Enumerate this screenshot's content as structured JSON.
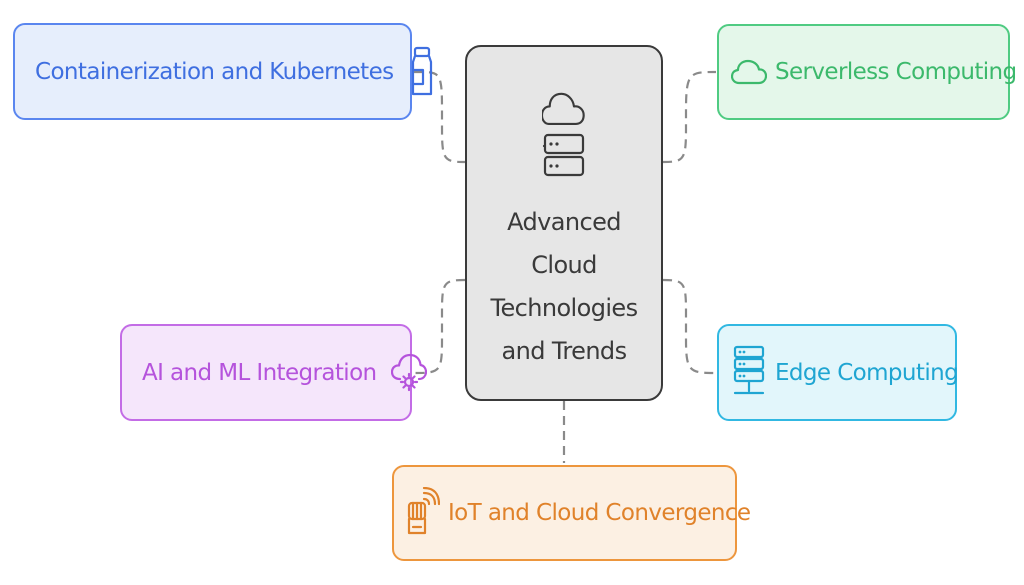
{
  "center": {
    "title": "Advanced Cloud Technologies and Trends",
    "icon": "cloud-server-icon"
  },
  "nodes": {
    "containerization": {
      "label": "Containerization and Kubernetes",
      "icon": "container-jar-icon",
      "color": "#5a86ef"
    },
    "serverless": {
      "label": "Serverless Computing",
      "icon": "cloud-icon",
      "color": "#4fcb82"
    },
    "ai_ml": {
      "label": "AI and ML Integration",
      "icon": "cloud-gear-icon",
      "color": "#c36ce6"
    },
    "edge": {
      "label": "Edge Computing",
      "icon": "server-stack-icon",
      "color": "#31b8e2"
    },
    "iot": {
      "label": "IoT and Cloud Convergence",
      "icon": "wireless-device-icon",
      "color": "#ed963d"
    }
  },
  "colors": {
    "center_fill": "#e6e6e6",
    "center_border": "#3a3a3a",
    "connector": "#8a8a8a"
  }
}
